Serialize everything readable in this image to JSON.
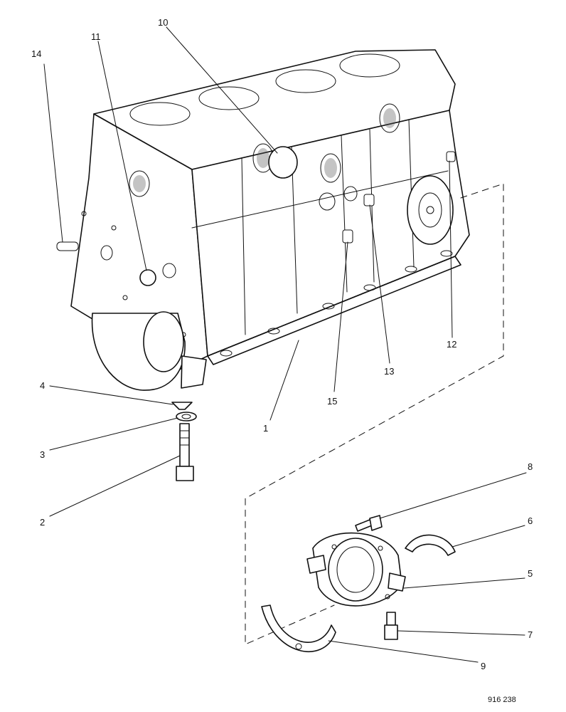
{
  "diagram": {
    "callouts": [
      "1",
      "2",
      "3",
      "4",
      "5",
      "6",
      "7",
      "8",
      "9",
      "10",
      "11",
      "12",
      "13",
      "14",
      "15"
    ],
    "reference_number": "916 238"
  }
}
